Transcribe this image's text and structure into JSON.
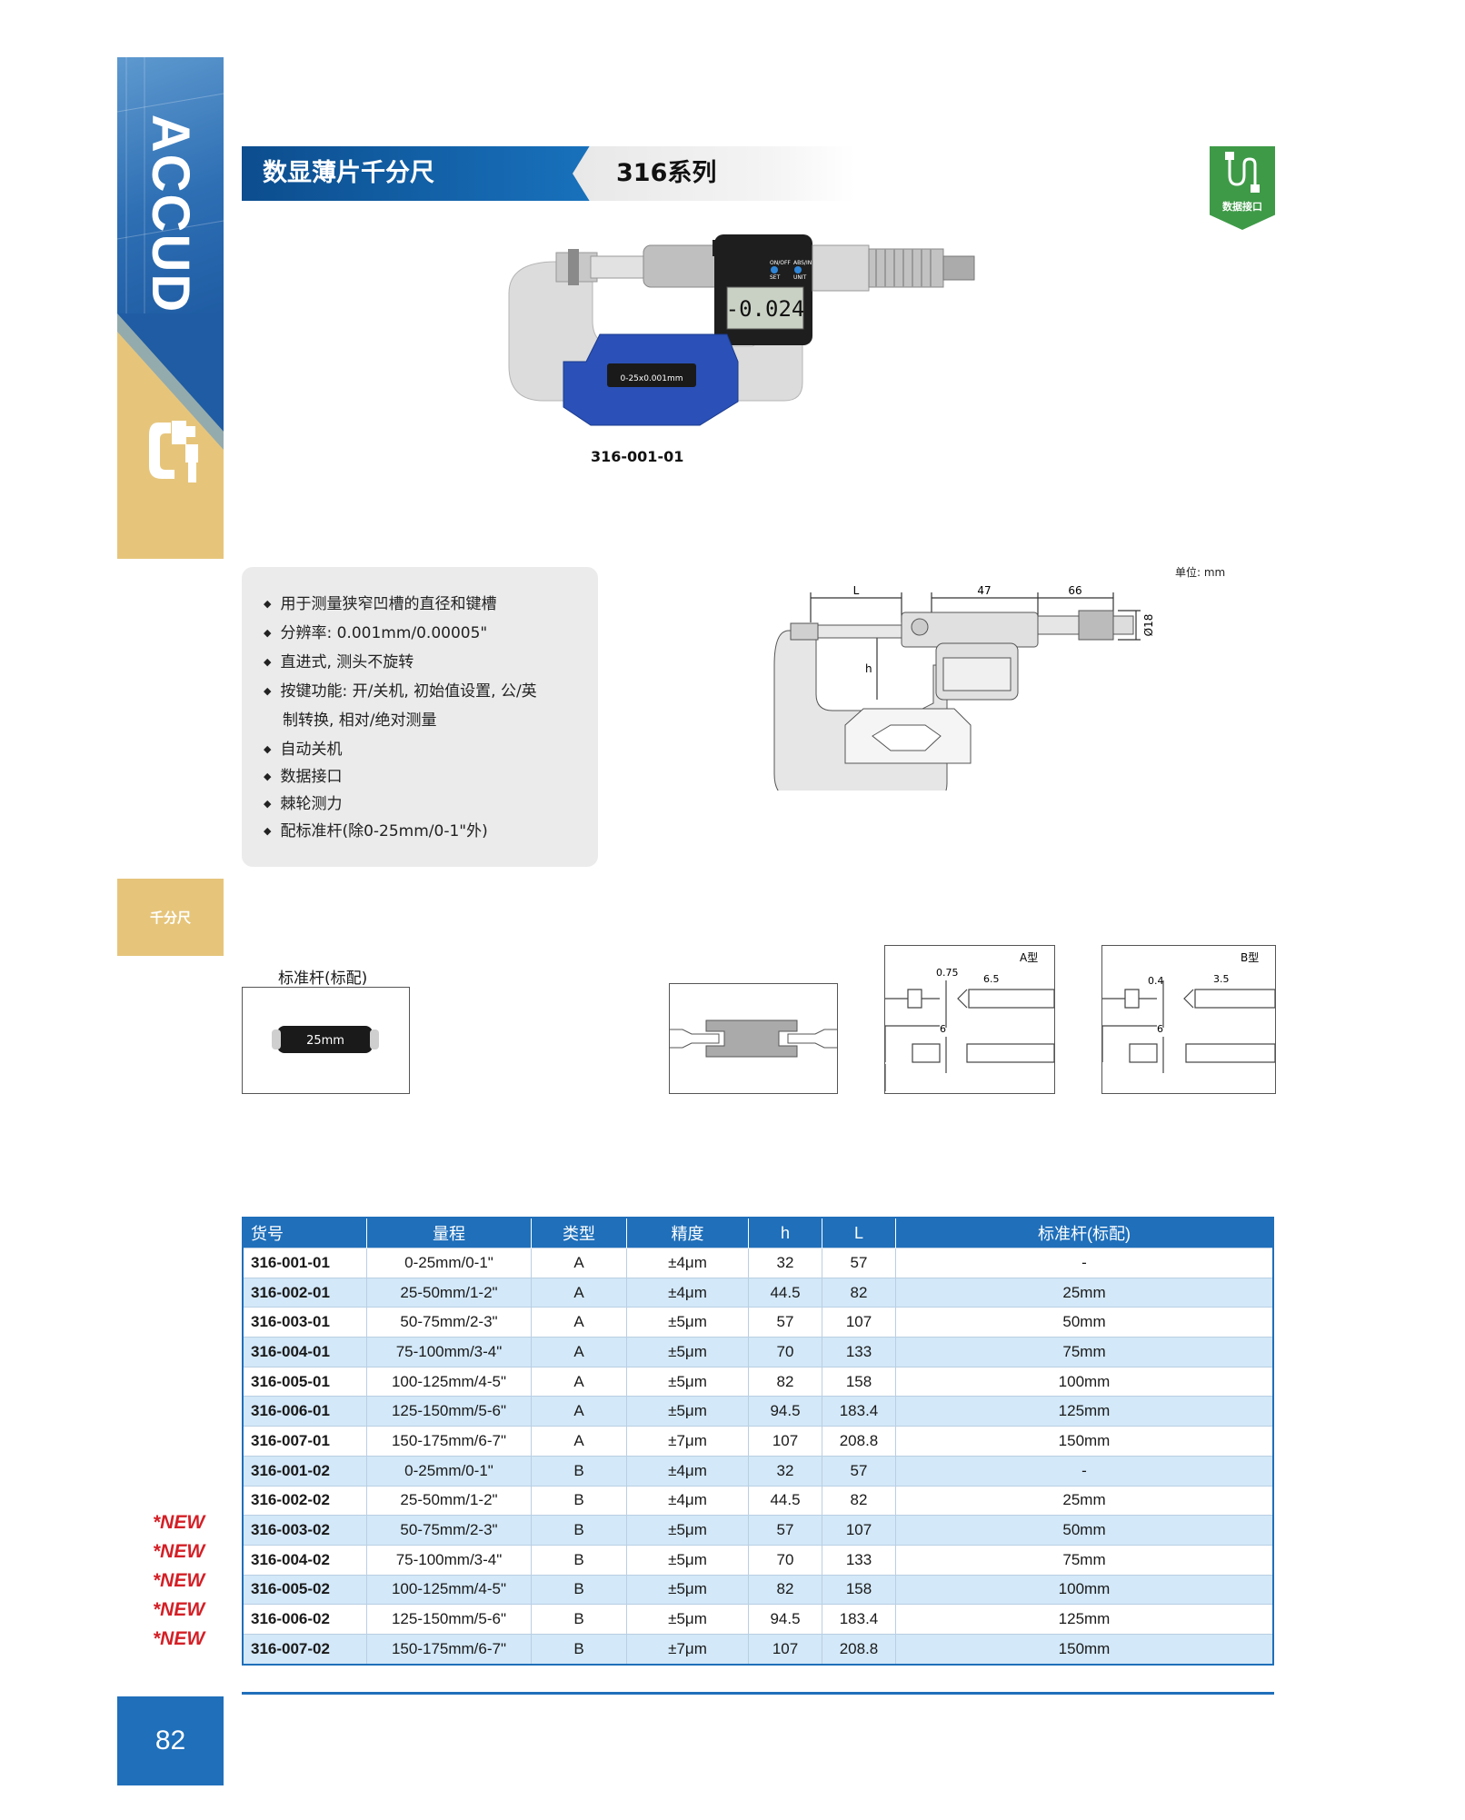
{
  "brand": {
    "logo_text": "ACCUD",
    "side_tab_label": "千分尺",
    "page_number": "82"
  },
  "header": {
    "title": "数显薄片千分尺",
    "series": "316系列"
  },
  "badge": {
    "label": "数据接口",
    "icon": "usb-cable-icon",
    "color": "#3e9a47"
  },
  "product": {
    "model": "316-001-01",
    "lcd_reading": "-0.024",
    "frame_label": "0-25x0.001mm",
    "button_labels": [
      "ON/OFF SET",
      "ABS/INC UNIT"
    ]
  },
  "features": [
    "用于测量狭窄凹槽的直径和键槽",
    "分辨率: 0.001mm/0.00005\"",
    "直进式, 测头不旋转",
    "按键功能: 开/关机, 初始值设置, 公/英",
    "制转换, 相对/绝对测量",
    "自动关机",
    "数据接口",
    "棘轮测力",
    "配标准杆(除0-25mm/0-1\"外)"
  ],
  "drawing": {
    "unit": "单位: mm",
    "dim_L": "L",
    "dim_47": "47",
    "dim_66": "66",
    "dim_h": "h",
    "dim_dia": "Ø18"
  },
  "standard_rod": {
    "title": "标准杆(标配)",
    "label": "25mm"
  },
  "type_a": {
    "label": "A型",
    "d1": "0.75",
    "d2": "6.5",
    "d3": "6"
  },
  "type_b": {
    "label": "B型",
    "d1": "0.4",
    "d2": "3.5",
    "d3": "6"
  },
  "table": {
    "headers": [
      "货号",
      "量程",
      "类型",
      "精度",
      "h",
      "L",
      "标准杆(标配)"
    ],
    "rows": [
      [
        "316-001-01",
        "0-25mm/0-1\"",
        "A",
        "±4μm",
        "32",
        "57",
        "-"
      ],
      [
        "316-002-01",
        "25-50mm/1-2\"",
        "A",
        "±4μm",
        "44.5",
        "82",
        "25mm"
      ],
      [
        "316-003-01",
        "50-75mm/2-3\"",
        "A",
        "±5μm",
        "57",
        "107",
        "50mm"
      ],
      [
        "316-004-01",
        "75-100mm/3-4\"",
        "A",
        "±5μm",
        "70",
        "133",
        "75mm"
      ],
      [
        "316-005-01",
        "100-125mm/4-5\"",
        "A",
        "±5μm",
        "82",
        "158",
        "100mm"
      ],
      [
        "316-006-01",
        "125-150mm/5-6\"",
        "A",
        "±5μm",
        "94.5",
        "183.4",
        "125mm"
      ],
      [
        "316-007-01",
        "150-175mm/6-7\"",
        "A",
        "±7μm",
        "107",
        "208.8",
        "150mm"
      ],
      [
        "316-001-02",
        "0-25mm/0-1\"",
        "B",
        "±4μm",
        "32",
        "57",
        "-"
      ],
      [
        "316-002-02",
        "25-50mm/1-2\"",
        "B",
        "±4μm",
        "44.5",
        "82",
        "25mm"
      ],
      [
        "316-003-02",
        "50-75mm/2-3\"",
        "B",
        "±5μm",
        "57",
        "107",
        "50mm"
      ],
      [
        "316-004-02",
        "75-100mm/3-4\"",
        "B",
        "±5μm",
        "70",
        "133",
        "75mm"
      ],
      [
        "316-005-02",
        "100-125mm/4-5\"",
        "B",
        "±5μm",
        "82",
        "158",
        "100mm"
      ],
      [
        "316-006-02",
        "125-150mm/5-6\"",
        "B",
        "±5μm",
        "94.5",
        "183.4",
        "125mm"
      ],
      [
        "316-007-02",
        "150-175mm/6-7\"",
        "B",
        "±7μm",
        "107",
        "208.8",
        "150mm"
      ]
    ]
  },
  "new_tags": [
    "*NEW",
    "*NEW",
    "*NEW",
    "*NEW",
    "*NEW"
  ],
  "colors": {
    "brand_blue": "#1f6fba",
    "tan": "#e6c57b",
    "new_red": "#d41f26"
  }
}
